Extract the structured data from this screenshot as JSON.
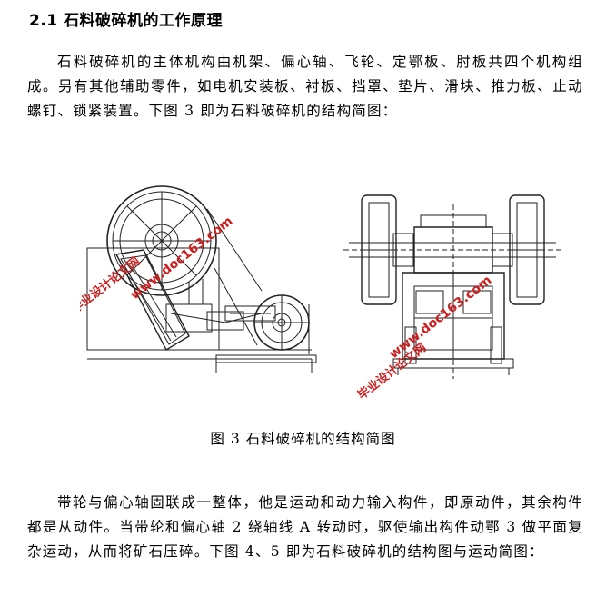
{
  "section": {
    "heading": "2.1 石料破碎机的工作原理"
  },
  "paragraphs": {
    "p1": "石料破碎机的主体机构由机架、偏心轴、飞轮、定鄂板、肘板共四个机构组成。另有其他辅助零件，如电机安装板、衬板、挡罩、垫片、滑块、推力板、止动螺钉、锁紧装置。下图 3 即为石料破碎机的结构简图：",
    "p2": "带轮与偏心轴固联成一整体，他是运动和动力输入构件，即原动件，其余构件都是从动件。当带轮和偏心轴 2 绕轴线 A 转动时，驱使输出构件动鄂 3 做平面复杂运动，从而将矿石压碎。下图 4、5 即为石料破碎机的结构图与运动简图："
  },
  "figure": {
    "caption": "图 3  石料破碎机的结构简图",
    "watermark_text_1": "www.doc163.com",
    "watermark_text_2": "毕业设计论文网",
    "watermark_color": "#cc1f1f"
  }
}
